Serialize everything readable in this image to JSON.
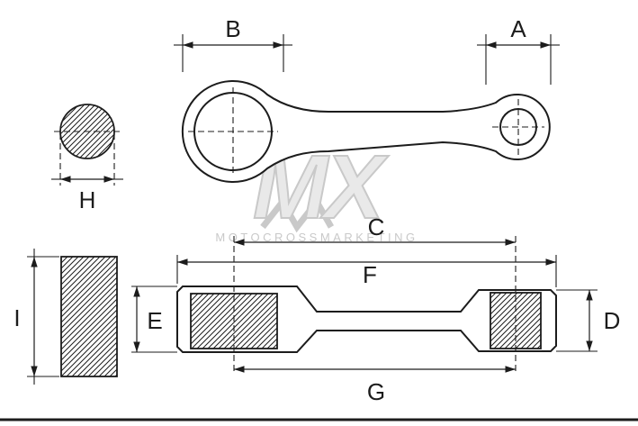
{
  "colors": {
    "line": "#1c1c1c",
    "watermark": "#c9c9c9",
    "watermark_fill": "#e9e9e9",
    "background": "#ffffff"
  },
  "dims": {
    "A": "A",
    "B": "B",
    "C": "C",
    "D": "D",
    "E": "E",
    "F": "F",
    "G": "G",
    "H": "H",
    "I": "I"
  },
  "watermark": {
    "logo": "MX",
    "name": "MOTOCROSSMARKETING"
  }
}
